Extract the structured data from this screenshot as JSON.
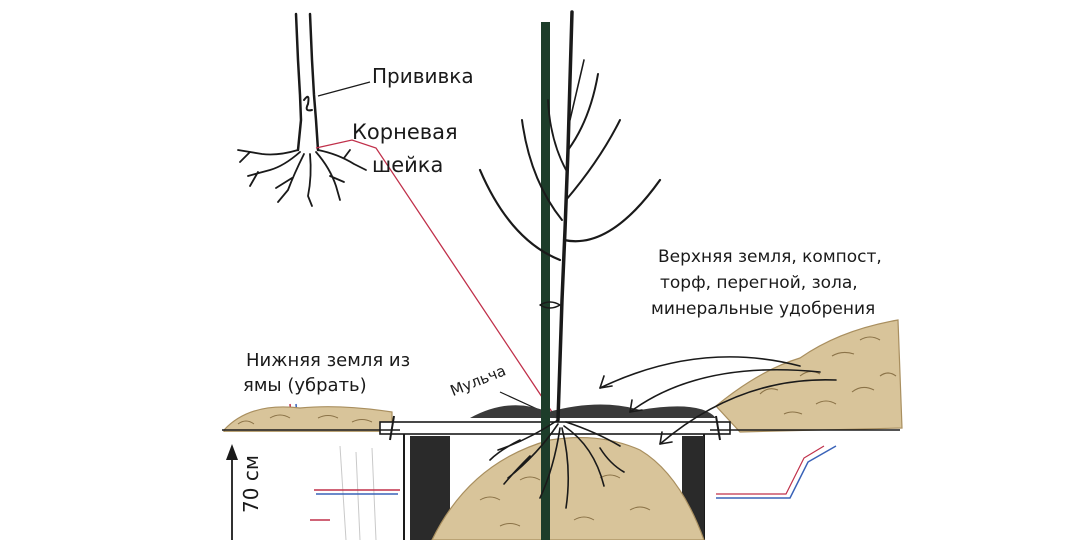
{
  "labels": {
    "graft": "Прививка",
    "root_collar_line1": "Корневая",
    "root_collar_line2": "шейка",
    "topsoil_line1": "Верхняя земля, компост,",
    "topsoil_line2": "торф, перегной, зола,",
    "topsoil_line3": "минеральные удобрения",
    "subsoil_line1": "Нижняя земля из",
    "subsoil_line2": "ямы (убрать)",
    "mulch": "Мульча",
    "depth": "70 см"
  },
  "colors": {
    "background": "#ffffff",
    "ink": "#1a1a1a",
    "soil": "#d8c49a",
    "soil_dark": "#a98f5f",
    "stake": "#1d3d2a",
    "pointer_red": "#c0304a",
    "pointer_blue": "#3a63b8"
  }
}
